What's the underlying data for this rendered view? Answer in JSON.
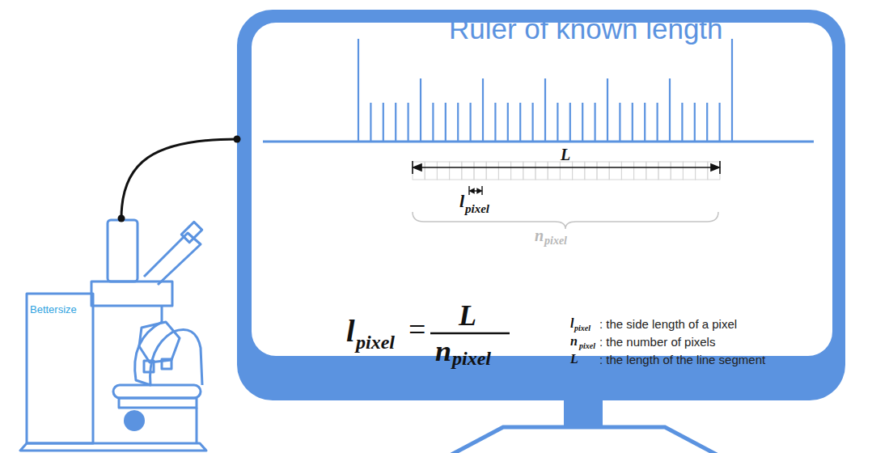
{
  "diagram": {
    "nodes": [
      {
        "text": [
          "Bettersize"
        ]
      },
      {
        "text": [
          "Ruler of known length"
        ]
      }
    ],
    "edges": [
      {
        "from": 0,
        "to": 1,
        "arrow": "none"
      }
    ],
    "labels": [
      "L",
      "l",
      "pixel",
      "n",
      "pixel",
      "l",
      "pixel",
      "=",
      "L",
      "n",
      "pixel",
      "l",
      "pixel",
      ": the side length of a pixel",
      "n",
      "pixel",
      ": the number of pixels",
      "L",
      ": the length of the line segment"
    ]
  }
}
